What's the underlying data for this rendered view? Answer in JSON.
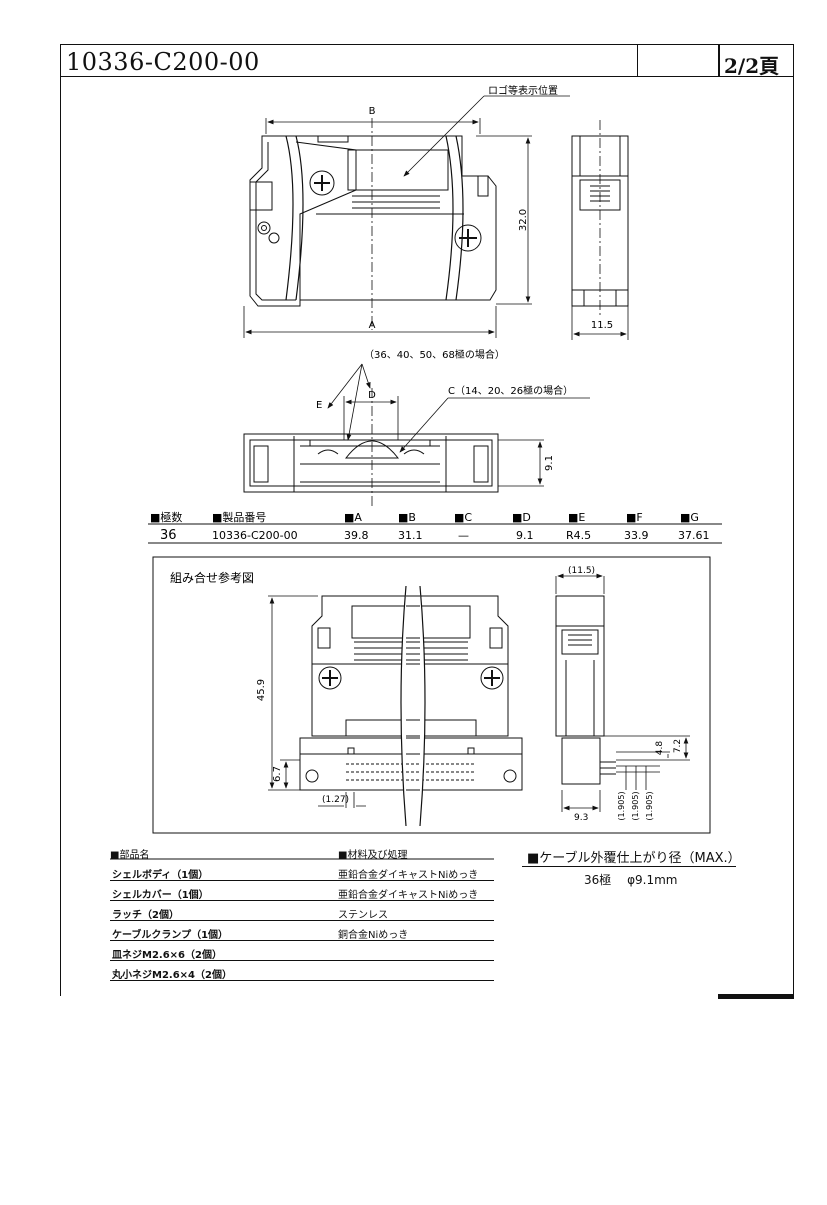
{
  "header": {
    "doc_number": "10336-C200-00",
    "page": "2/2頁"
  },
  "drawing": {
    "logo_note": "ロゴ等表示位置",
    "dim_b": "B",
    "dim_a": "A",
    "dim_height": "32.0",
    "dim_width": "11.5",
    "note_large": "（36、40、50、68極の場合）",
    "note_small": "C（14、20、26極の場合）",
    "dim_e": "E",
    "dim_d": "D",
    "dim_91": "9.1"
  },
  "spec_table": {
    "headers": [
      "■極数",
      "■製品番号",
      "■A",
      "■B",
      "■C",
      "■D",
      "■E",
      "■F",
      "■G"
    ],
    "row": [
      "36",
      "10336-C200-00",
      "39.8",
      "31.1",
      "—",
      "9.1",
      "R4.5",
      "33.9",
      "37.61"
    ]
  },
  "assembly": {
    "title": "組み合せ参考図",
    "dim_459": "45.9",
    "dim_67": "6.7",
    "dim_127": "(1.27)",
    "dim_115": "(11.5)",
    "dim_72": "7.2",
    "dim_48": "4.8",
    "dim_93": "9.3",
    "dim_1905a": "(1.905)",
    "dim_1905b": "(1.905)",
    "dim_1905c": "(1.905)"
  },
  "parts_table": {
    "header_name": "■部品名",
    "header_material": "■材料及び処理",
    "rows": [
      {
        "name": "シェルボディ（1個）",
        "material": "亜鉛合金ダイキャストNiめっき"
      },
      {
        "name": "シェルカバー（1個）",
        "material": "亜鉛合金ダイキャストNiめっき"
      },
      {
        "name": "ラッチ（2個）",
        "material": "ステンレス"
      },
      {
        "name": "ケーブルクランプ（1個）",
        "material": "銅合金Niめっき"
      },
      {
        "name": "皿ネジM2.6×6（2個）",
        "material": ""
      },
      {
        "name": "丸小ネジM2.6×4（2個）",
        "material": ""
      }
    ]
  },
  "cable": {
    "title": "■ケーブル外覆仕上がり径（MAX.）",
    "value": "36極　 φ9.1mm"
  }
}
